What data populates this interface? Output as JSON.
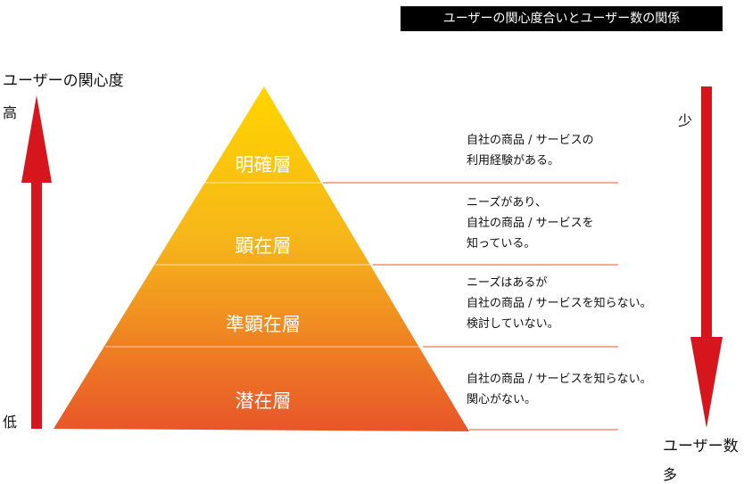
{
  "title": "ユーザーの関心度合いとユーザー数の関係",
  "left_axis": {
    "label": "ユーザーの関心度",
    "high": "高",
    "low": "低",
    "color": "#d6151d"
  },
  "right_axis": {
    "label": "ユーザー数",
    "few": "少",
    "many": "多",
    "color": "#d6151d"
  },
  "layers": [
    {
      "name": "明確層",
      "desc": [
        "自社の商品 / サービスの",
        "利用経験がある。"
      ]
    },
    {
      "name": "顕在層",
      "desc": [
        "ニーズがあり、",
        "自社の商品 / サービスを",
        "知っている。"
      ]
    },
    {
      "name": "準顕在層",
      "desc": [
        "ニーズはあるが",
        "自社の商品 / サービスを知らない。",
        "検討していない。"
      ]
    },
    {
      "name": "潜在層",
      "desc": [
        "自社の商品 / サービスを知らない。",
        "関心がない。"
      ]
    }
  ],
  "colors": {
    "pyramid_top": "#ffd000",
    "pyramid_bottom": "#e8552a",
    "divider": "#e8552a"
  }
}
